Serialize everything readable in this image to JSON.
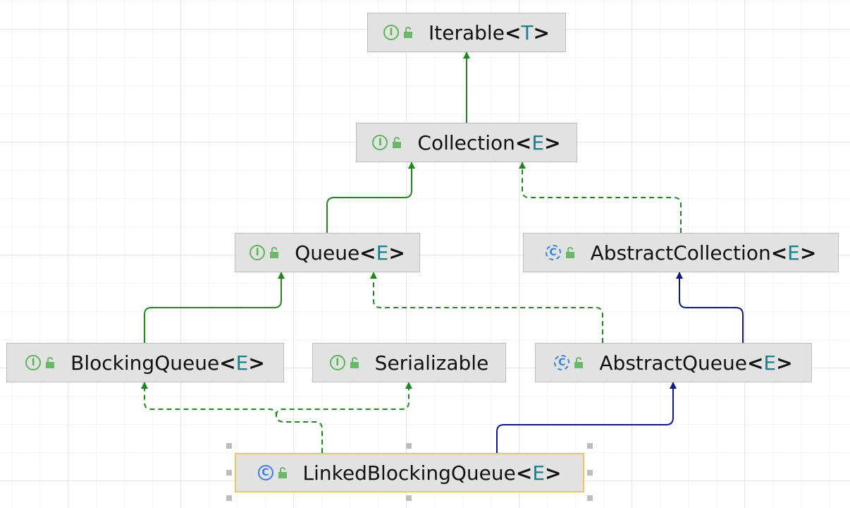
{
  "diagram": {
    "nodes": [
      {
        "id": "iterable",
        "name": "Iterable",
        "type_param": "T",
        "kind": "interface",
        "kind_icon_letter": "I"
      },
      {
        "id": "collection",
        "name": "Collection",
        "type_param": "E",
        "kind": "interface",
        "kind_icon_letter": "I"
      },
      {
        "id": "queue",
        "name": "Queue",
        "type_param": "E",
        "kind": "interface",
        "kind_icon_letter": "I"
      },
      {
        "id": "abstract-collection",
        "name": "AbstractCollection",
        "type_param": "E",
        "kind": "abstract-class",
        "kind_icon_letter": "C"
      },
      {
        "id": "blocking-queue",
        "name": "BlockingQueue",
        "type_param": "E",
        "kind": "interface",
        "kind_icon_letter": "I"
      },
      {
        "id": "serializable",
        "name": "Serializable",
        "type_param": "",
        "kind": "interface",
        "kind_icon_letter": "I"
      },
      {
        "id": "abstract-queue",
        "name": "AbstractQueue",
        "type_param": "E",
        "kind": "abstract-class",
        "kind_icon_letter": "C"
      },
      {
        "id": "linked-blocking-queue",
        "name": "LinkedBlockingQueue",
        "type_param": "E",
        "kind": "class",
        "kind_icon_letter": "C",
        "selected": true
      }
    ],
    "edges": [
      {
        "from": "collection",
        "to": "iterable",
        "relation": "extends"
      },
      {
        "from": "queue",
        "to": "collection",
        "relation": "extends"
      },
      {
        "from": "abstract-collection",
        "to": "collection",
        "relation": "implements"
      },
      {
        "from": "blocking-queue",
        "to": "queue",
        "relation": "extends"
      },
      {
        "from": "abstract-queue",
        "to": "queue",
        "relation": "implements"
      },
      {
        "from": "abstract-queue",
        "to": "abstract-collection",
        "relation": "class-extends"
      },
      {
        "from": "linked-blocking-queue",
        "to": "blocking-queue",
        "relation": "implements"
      },
      {
        "from": "linked-blocking-queue",
        "to": "serializable",
        "relation": "implements"
      },
      {
        "from": "linked-blocking-queue",
        "to": "abstract-queue",
        "relation": "class-extends"
      }
    ],
    "colors": {
      "interface_edge": "#1e8a1e",
      "class_edge": "#0b1a86",
      "interface_icon": "#5ab55a",
      "class_icon": "#3d7fe0",
      "type_param": "#1a7f8c",
      "node_fill": "#e2e2e2",
      "selected_border": "#f0c85a"
    }
  }
}
